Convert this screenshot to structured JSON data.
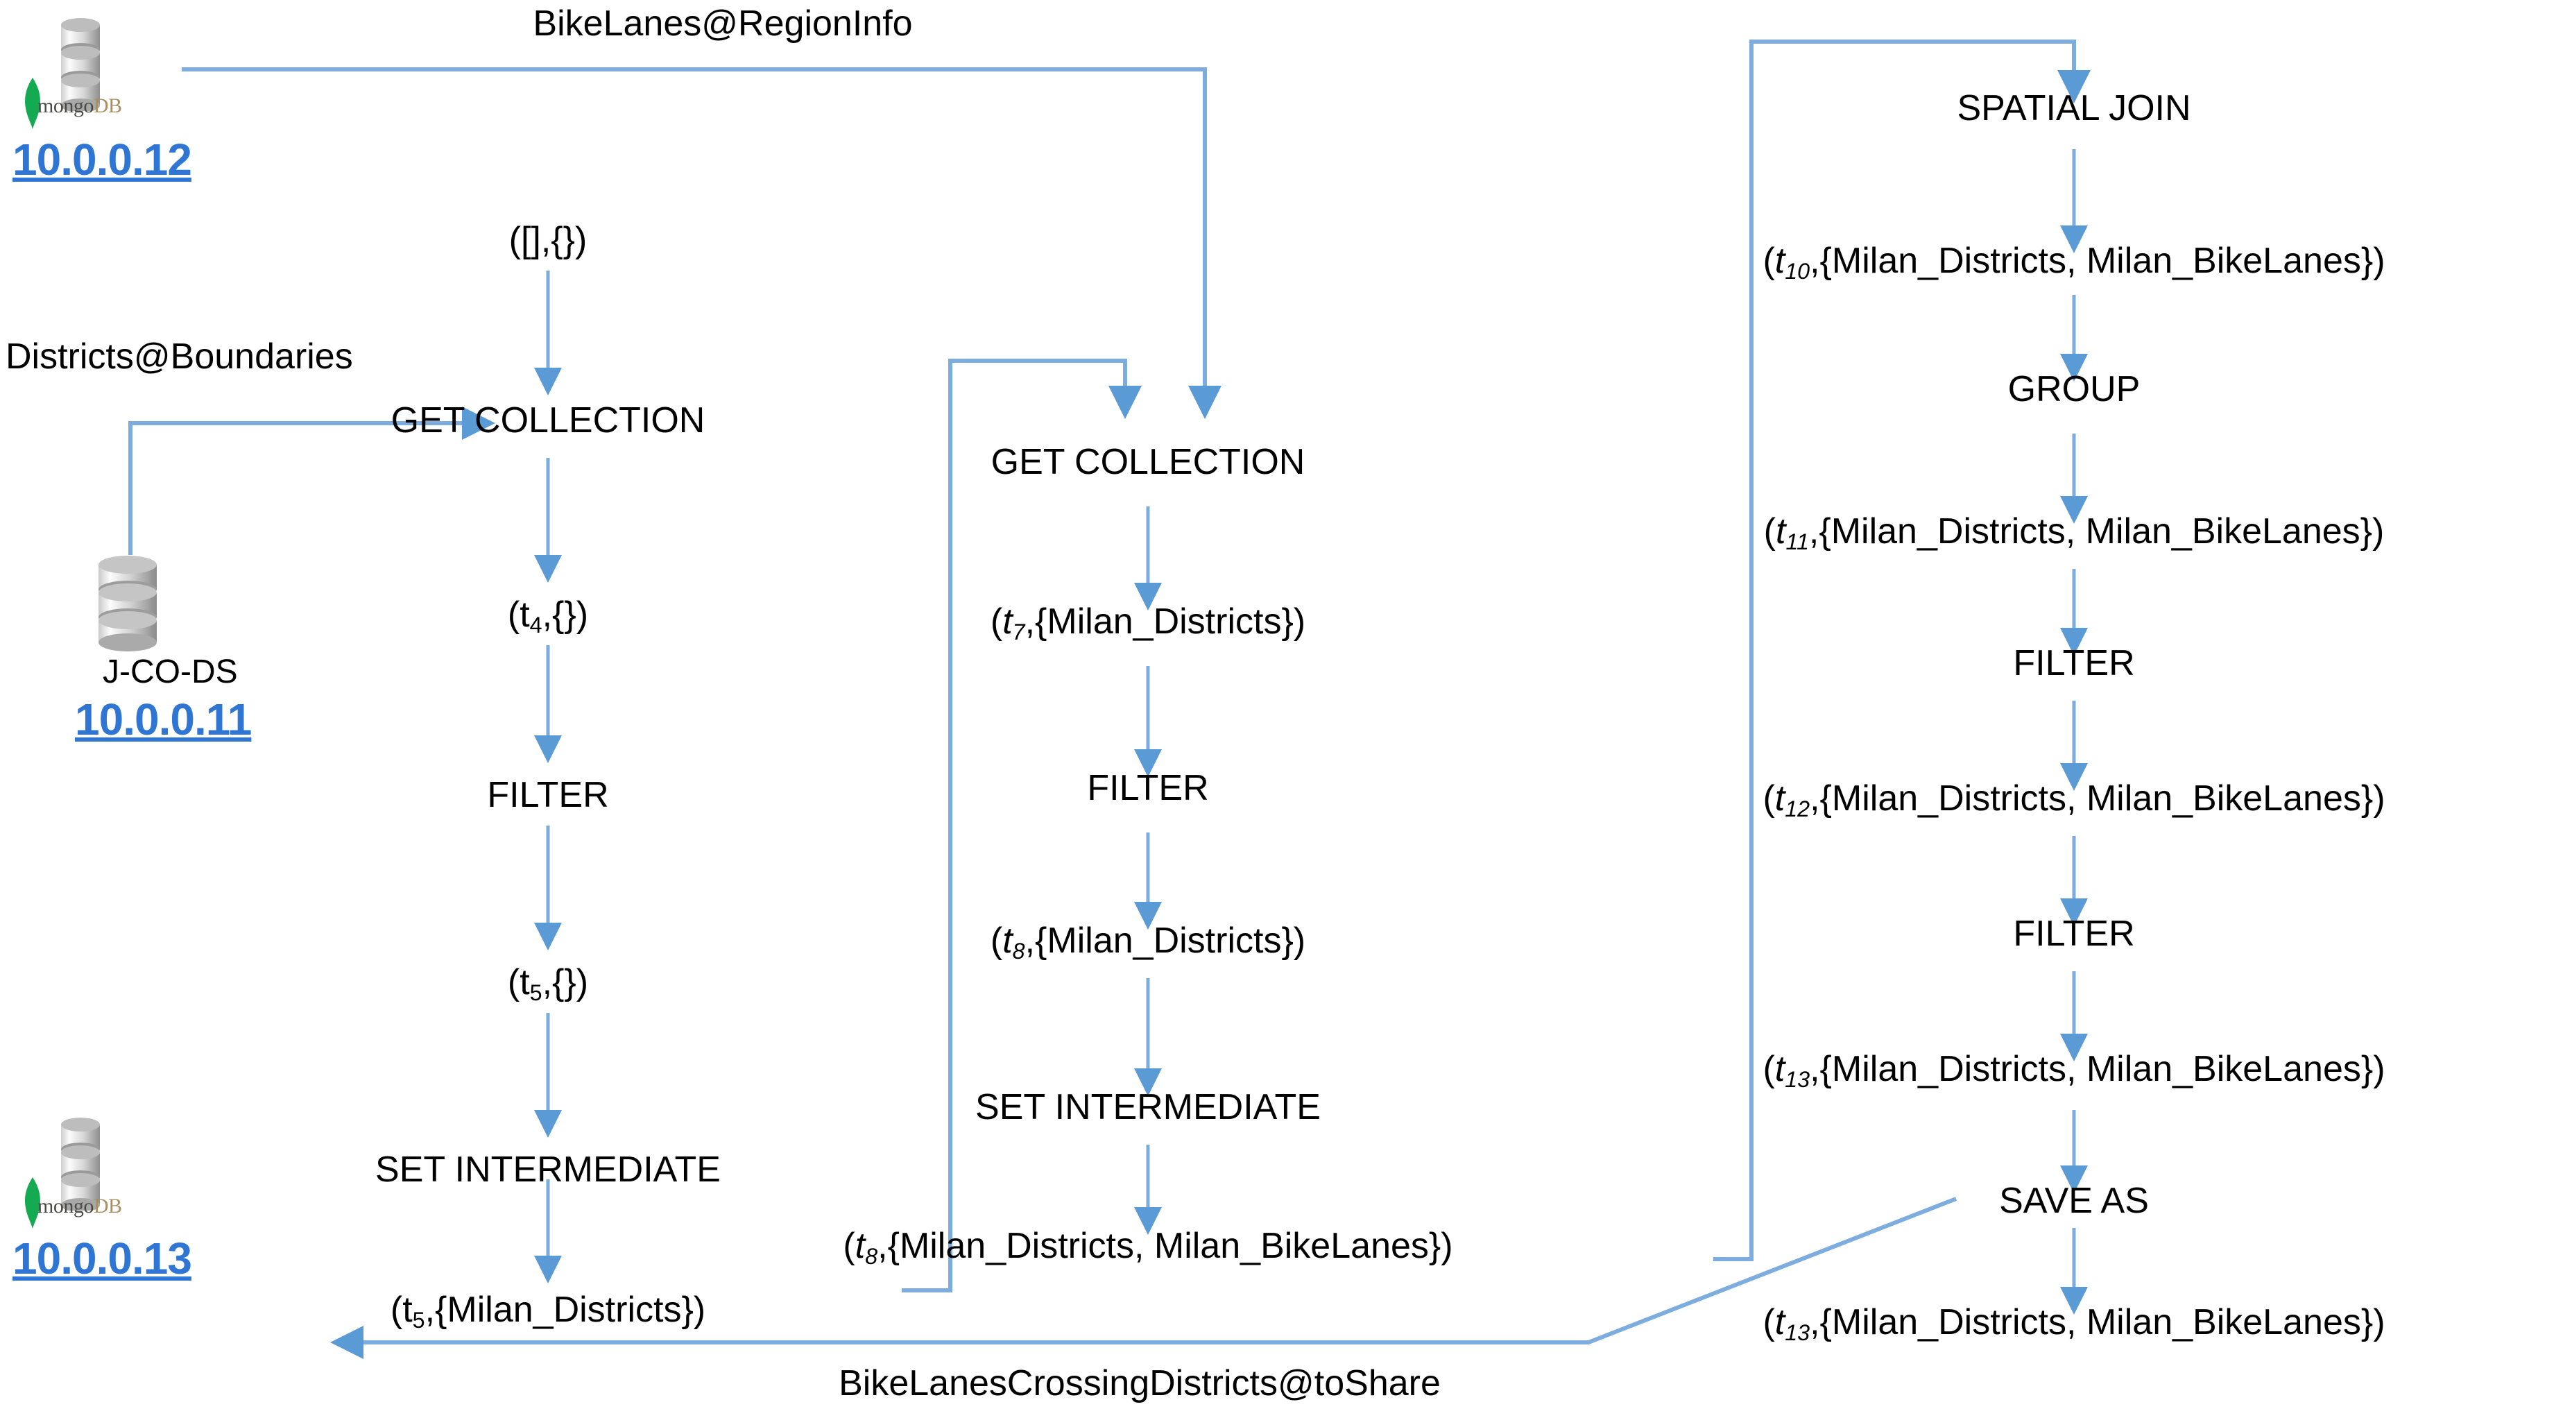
{
  "colors": {
    "arrow": "#5B9BD5",
    "arrow_light": "#9CC3E5",
    "ip_text": "#2E75D4",
    "text": "#000000",
    "mongo_green": "#13AA52",
    "background": "#FFFFFF"
  },
  "nodes": [
    {
      "id": "node-mongo-top",
      "icon": "database-mongodb-icon",
      "name": "",
      "ip": "10.0.0.12"
    },
    {
      "id": "node-jcods",
      "icon": "database-icon",
      "name": "J-CO-DS",
      "ip": "10.0.0.11"
    },
    {
      "id": "node-mongo-bottom",
      "icon": "database-mongodb-icon",
      "name": "",
      "ip": "10.0.0.13"
    }
  ],
  "mongo_logo_text": {
    "part1": "mongo",
    "part2": "DB"
  },
  "edge_labels": {
    "top": "BikeLanes@RegionInfo",
    "left": "Districts@Boundaries",
    "bottom": "BikeLanesCrossingDistricts@toShare"
  },
  "columns": [
    {
      "id": "column-1",
      "steps": [
        {
          "kind": "state",
          "prefix": "([],{})",
          "var": "",
          "sub": "",
          "set": ""
        },
        {
          "kind": "op",
          "label": "GET COLLECTION"
        },
        {
          "kind": "state",
          "prefix": "(",
          "var": "t",
          "sub": "4",
          "set": ",{})",
          "italic": false
        },
        {
          "kind": "op",
          "label": "FILTER"
        },
        {
          "kind": "state",
          "prefix": "(",
          "var": "t",
          "sub": "5",
          "set": ",{})",
          "italic": false
        },
        {
          "kind": "op",
          "label": "SET INTERMEDIATE"
        },
        {
          "kind": "state",
          "prefix": "(",
          "var": "t",
          "sub": "5",
          "set": ",{Milan_Districts})",
          "italic": false
        }
      ]
    },
    {
      "id": "column-2",
      "steps": [
        {
          "kind": "op",
          "label": "GET COLLECTION"
        },
        {
          "kind": "state",
          "prefix": "(",
          "var": "t",
          "sub": "7",
          "set": ",{Milan_Districts})",
          "italic": true
        },
        {
          "kind": "op",
          "label": "FILTER"
        },
        {
          "kind": "state",
          "prefix": "(",
          "var": "t",
          "sub": "8",
          "set": ",{Milan_Districts})",
          "italic": true
        },
        {
          "kind": "op",
          "label": "SET INTERMEDIATE"
        },
        {
          "kind": "state",
          "prefix": "(",
          "var": "t",
          "sub": "8",
          "set": ",{Milan_Districts, Milan_BikeLanes})",
          "italic": true
        }
      ]
    },
    {
      "id": "column-3",
      "steps": [
        {
          "kind": "op",
          "label": "SPATIAL JOIN"
        },
        {
          "kind": "state",
          "prefix": "(",
          "var": "t",
          "sub": "10",
          "set": ",{Milan_Districts, Milan_BikeLanes})",
          "italic": true
        },
        {
          "kind": "op",
          "label": "GROUP"
        },
        {
          "kind": "state",
          "prefix": "(",
          "var": "t",
          "sub": "11",
          "set": ",{Milan_Districts, Milan_BikeLanes})",
          "italic": true
        },
        {
          "kind": "op",
          "label": "FILTER"
        },
        {
          "kind": "state",
          "prefix": "(",
          "var": "t",
          "sub": "12",
          "set": ",{Milan_Districts, Milan_BikeLanes})",
          "italic": true
        },
        {
          "kind": "op",
          "label": "FILTER"
        },
        {
          "kind": "state",
          "prefix": "(",
          "var": "t",
          "sub": "13",
          "set": ",{Milan_Districts, Milan_BikeLanes})",
          "italic": true
        },
        {
          "kind": "op",
          "label": "SAVE AS"
        },
        {
          "kind": "state",
          "prefix": "(",
          "var": "t",
          "sub": "13",
          "set": ",{Milan_Districts, Milan_BikeLanes})",
          "italic": true
        }
      ]
    }
  ]
}
